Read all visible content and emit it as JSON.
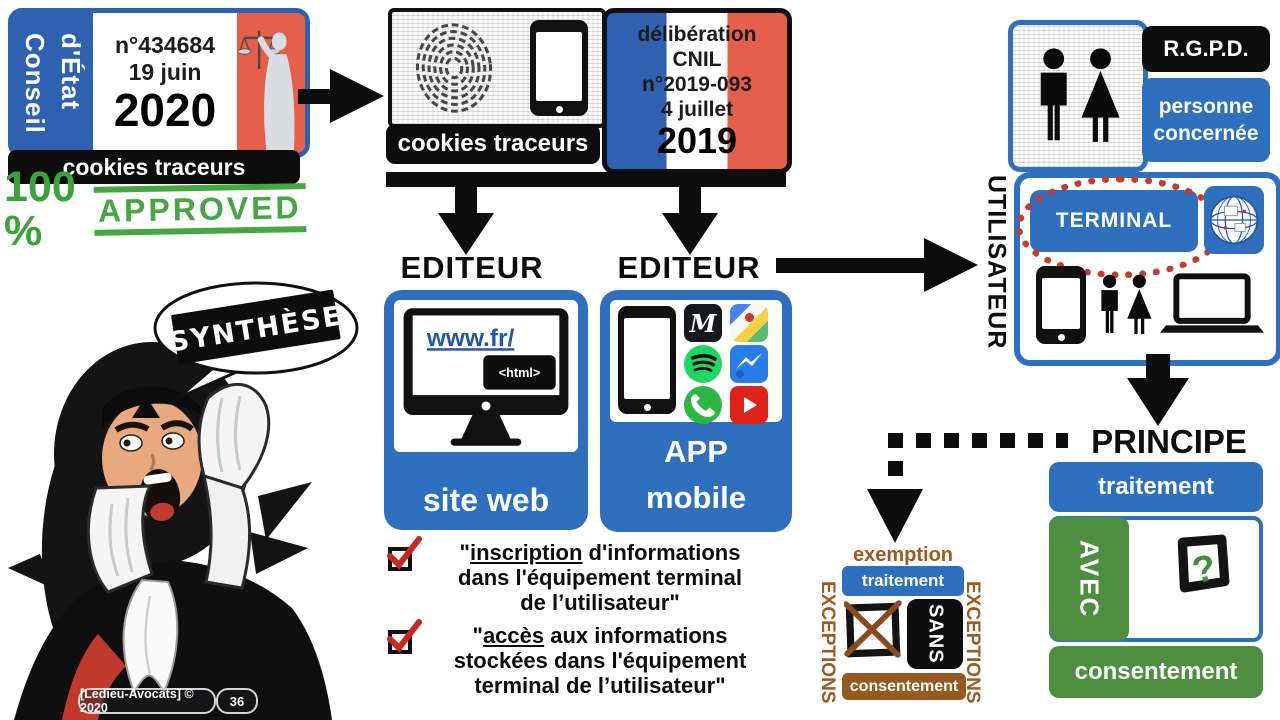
{
  "slide": {
    "conseil": {
      "vertical_line1": "Conseil",
      "vertical_line2": "d'État",
      "case_number": "n°434684",
      "date": "19 juin",
      "year": "2020",
      "banner": "cookies traceurs",
      "stamp_percent": "100 %",
      "stamp_word": "APPROVED"
    },
    "fingerprint_card": {
      "label": "cookies traceurs"
    },
    "cnil": {
      "line1": "délibération",
      "line2": "CNIL",
      "line3": "n°2019-093",
      "line4": "4 juillet",
      "year": "2019"
    },
    "editeur_web": {
      "title": "EDITEUR",
      "url": "www.fr/",
      "html_tag": "<html>",
      "caption": "site web"
    },
    "editeur_app": {
      "title": "EDITEUR",
      "caption_line1": "APP",
      "caption_line2": "mobile"
    },
    "rgpd": {
      "badge": "R.G.P.D.",
      "person_line1": "personne",
      "person_line2": "concernée"
    },
    "utilisateur": {
      "vertical_label": "UTILISATEUR",
      "terminal": "TERMINAL"
    },
    "principe": {
      "title": "PRINCIPE",
      "traitement": "traitement",
      "avec": "AVEC",
      "question": "?",
      "consentement": "consentement"
    },
    "exceptions": {
      "exemption": "exemption",
      "vertical_left": "EXCEPTIONS",
      "vertical_right": "EXCEPTIONS",
      "traitement": "traitement",
      "sans": "SANS",
      "consentement": "consentement"
    },
    "checklist": {
      "item1": {
        "open_quote": "\"",
        "underlined": "inscription",
        "line1_rest": " d'informations",
        "line2": "dans l'équipement terminal",
        "line3": "de l’utilisateur\""
      },
      "item2": {
        "open_quote": "\"",
        "underlined": "accès",
        "line1_rest": " aux informations",
        "line2": "stockées dans l'équipement",
        "line3": "terminal de l’utilisateur\""
      }
    },
    "bubble": {
      "text": "SYNTHÈSE"
    },
    "footer": {
      "credit": "[Ledieu-Avocats] © 2020",
      "page": "36"
    },
    "colors": {
      "box_blue": "#2e6fbe",
      "flag_blue": "#2e62b1",
      "flag_red": "#e55f4a",
      "stamp_green": "#3aa33a",
      "box_green": "#4d8f3e",
      "brown": "#9e5a21",
      "ink": "#0d0d0d",
      "check_red": "#c8291e",
      "dashed_red": "#c93a2a"
    }
  }
}
